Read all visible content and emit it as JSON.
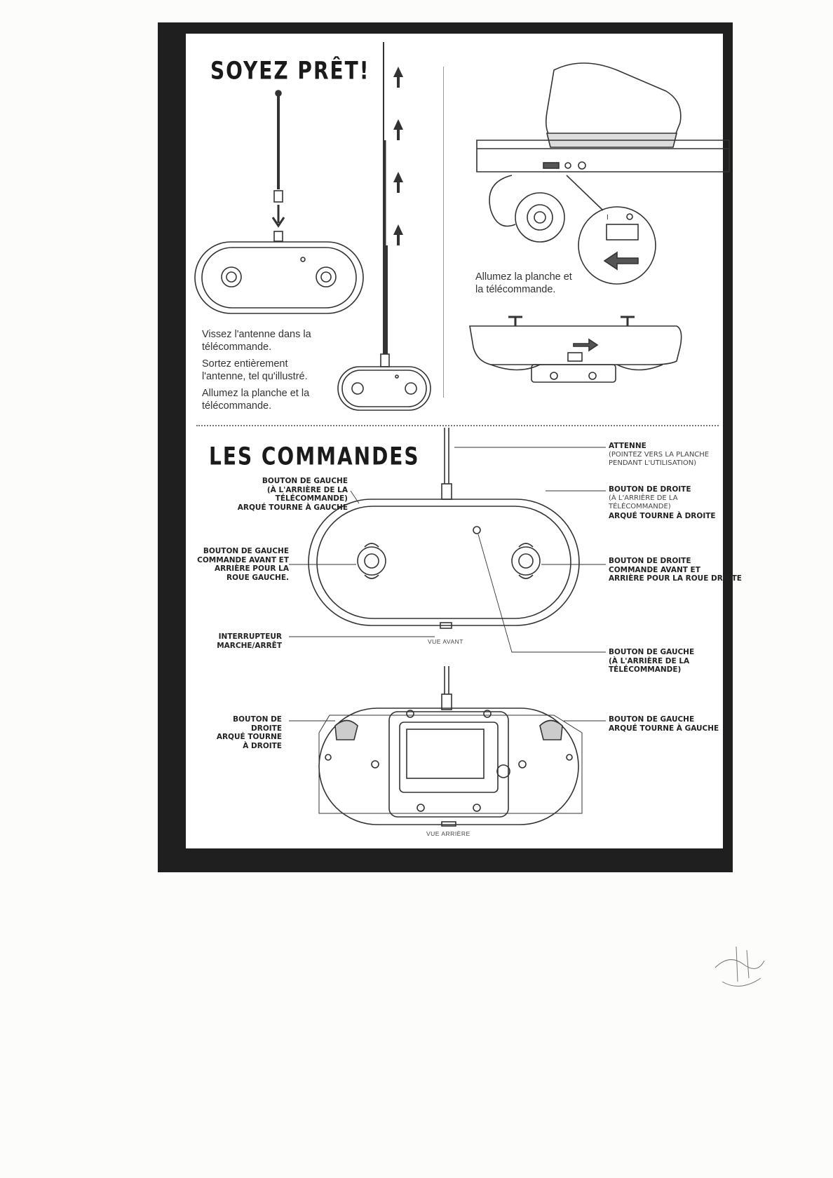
{
  "sections": {
    "ready_title": "SOYEZ PRÊT!",
    "controls_title": "LES COMMANDES"
  },
  "instructions": {
    "step1_line1": "Vissez l'antenne dans la",
    "step1_line2": "télécommande.",
    "step2_line1": "Sortez entièrement",
    "step2_line2": "l'antenne, tel qu'illustré.",
    "step3_line1": "Allumez la planche et la",
    "step3_line2": "télécommande.",
    "board_line1": "Allumez la planche et",
    "board_line2": "la télécommande."
  },
  "labels": {
    "antenna_title": "ATTENNE",
    "antenna_sub1": "(POINTEZ VERS LA PLANCHE",
    "antenna_sub2": "PENDANT L'UTILISATION)",
    "left_rear_1": "BOUTON DE GAUCHE",
    "left_rear_2": "(À L'ARRIÈRE DE LA TÉLÉCOMMANDE)",
    "left_rear_3": "ARQUÉ TOURNE À GAUCHE",
    "right_rear_1": "BOUTON DE DROITE",
    "right_rear_2": "(À L'ARRIÈRE DE LA",
    "right_rear_3": "TÉLÉCOMMANDE)",
    "right_rear_4": "ARQUÉ TOURNE À DROITE",
    "left_stick_1": "BOUTON DE GAUCHE",
    "left_stick_2": "COMMANDE AVANT ET",
    "left_stick_3": "ARRIÈRE POUR LA",
    "left_stick_4": "ROUE GAUCHE.",
    "right_stick_1": "BOUTON DE DROITE",
    "right_stick_2": "COMMANDE AVANT ET",
    "right_stick_3": "ARRIÈRE POUR LA ROUE DROITE",
    "switch_1": "INTERRUPTEUR",
    "switch_2": "MARCHE/ARRÊT",
    "front_view": "VUE AVANT",
    "left_back_1": "BOUTON DE GAUCHE",
    "left_back_2": "(À L'ARRIÈRE DE LA",
    "left_back_3": "TÉLÉCOMMANDE)",
    "rear_right_1": "BOUTON DE DROITE",
    "rear_right_2": "ARQUÉ TOURNE",
    "rear_right_3": "À DROITE",
    "rear_left_1": "BOUTON DE GAUCHE",
    "rear_left_2": "ARQUÉ TOURNE À GAUCHE",
    "rear_view": "VUE ARRIÈRE"
  }
}
